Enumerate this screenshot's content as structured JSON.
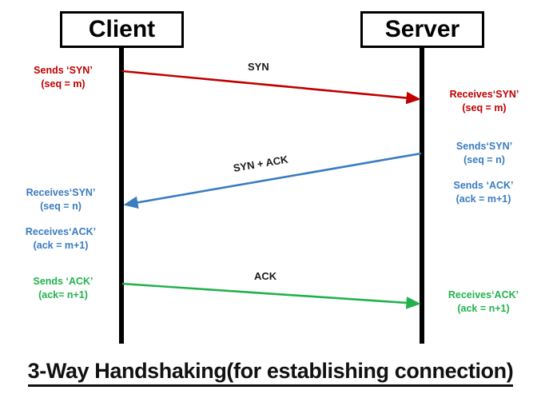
{
  "diagram": {
    "type": "sequence-diagram",
    "caption": "3-Way Handshaking(for establishing connection)",
    "actors": [
      {
        "id": "client",
        "label": "Client"
      },
      {
        "id": "server",
        "label": "Server"
      }
    ],
    "messages": [
      {
        "id": "syn",
        "label": "SYN",
        "color": "#C00000",
        "direction": "client-to-server"
      },
      {
        "id": "syn-ack",
        "label": "SYN + ACK",
        "color": "#3A7CC0",
        "direction": "server-to-client"
      },
      {
        "id": "ack",
        "label": "ACK",
        "color": "#22B24C",
        "direction": "client-to-server"
      }
    ],
    "notes": {
      "client_sends_syn": {
        "line1": "Sends ‘SYN’",
        "line2": "(seq = m)"
      },
      "server_receives_syn": {
        "line1": "Receives‘SYN’",
        "line2": "(seq = m)"
      },
      "server_sends_syn": {
        "line1": "Sends‘SYN’",
        "line2": "(seq = n)"
      },
      "server_sends_ack": {
        "line1": "Sends ‘ACK’",
        "line2": "(ack = m+1)"
      },
      "client_receives_syn": {
        "line1": "Receives‘SYN’",
        "line2": "(seq = n)"
      },
      "client_receives_ack": {
        "line1": "Receives‘ACK’",
        "line2": "(ack = m+1)"
      },
      "client_sends_ack": {
        "line1": "Sends ‘ACK’",
        "line2": "(ack= n+1)"
      },
      "server_receives_ack": {
        "line1": "Receives‘ACK’",
        "line2": "(ack = n+1)"
      }
    },
    "colors": {
      "syn": "#C00000",
      "syn_ack": "#3A7CC0",
      "ack": "#22B24C",
      "lifeline": "#000000",
      "text": "#111111",
      "background": "#FFFFFF"
    }
  }
}
